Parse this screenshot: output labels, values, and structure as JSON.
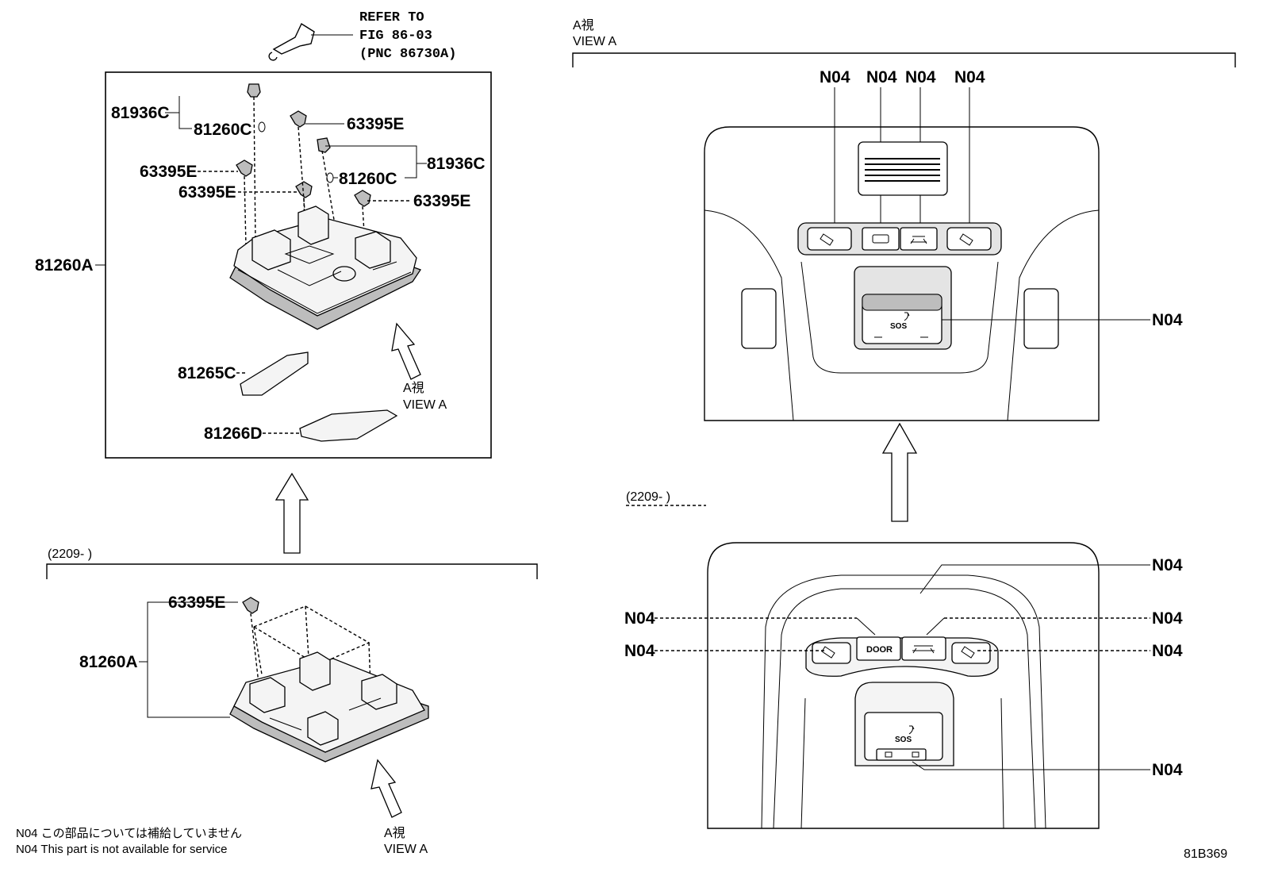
{
  "top_ref": {
    "line1": "REFER TO",
    "line2": "FIG 86-03",
    "line3": "(PNC 86730A)"
  },
  "main_box": {
    "labels": {
      "c81936_left": "81936C",
      "c81260_left": "81260C",
      "e63395_top": "63395E",
      "e63395_left": "63395E",
      "e63395_mid": "63395E",
      "e63395_right": "63395E",
      "c81260_right": "81260C",
      "c81936_right": "81936C",
      "a81260": "81260A",
      "c81265": "81265C",
      "d81266": "81266D"
    },
    "view_a_jp": "A視",
    "view_a_en": "VIEW A"
  },
  "variant_left": {
    "range": "(2209-       )",
    "label_63395e": "63395E",
    "label_81260a": "81260A",
    "view_a_jp": "A視",
    "view_a_en": "VIEW A"
  },
  "view_a_section": {
    "title_jp": "A視",
    "title_en": "VIEW A",
    "top_n04": [
      "N04",
      "N04",
      "N04",
      "N04"
    ],
    "sos_n04": "N04",
    "sos_text": "SOS",
    "range": "(2209-       )",
    "lower": {
      "n04_top_right": "N04",
      "n04_left_upper": "N04",
      "n04_right_upper": "N04",
      "n04_left_lower": "N04",
      "n04_right_lower": "N04",
      "n04_bottom_right": "N04",
      "door_label": "DOOR",
      "sos_text": "SOS"
    }
  },
  "footnotes": {
    "jp": "N04 この部品については補給していません",
    "en": "N04 This part is not available for service"
  },
  "figure_code": "81B369"
}
